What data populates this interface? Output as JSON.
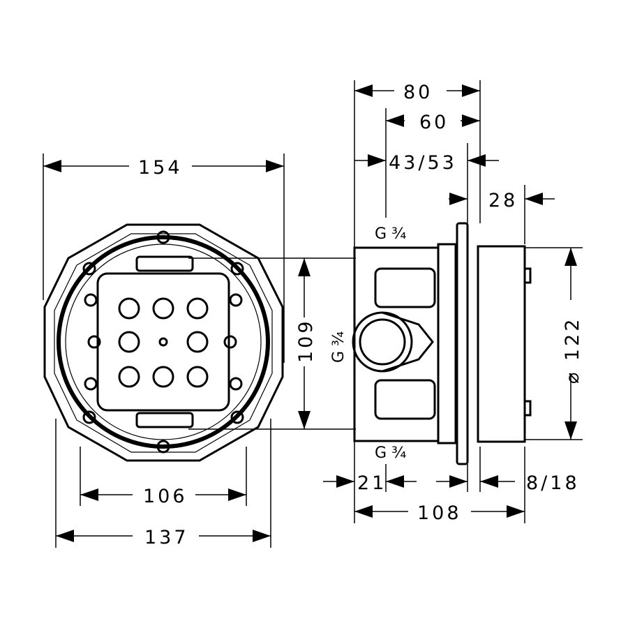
{
  "dimensions": {
    "front_width": "154",
    "front_height": "109",
    "inner_width": "106",
    "outer_width": "137",
    "depth_80": "80",
    "depth_60": "60",
    "depth_43_53": "43/53",
    "depth_28": "28",
    "diameter": "⌀ 122",
    "d21": "21",
    "d8_18": "8/18",
    "total_108": "108"
  },
  "threads": {
    "top": "G ¾",
    "side": "G ¾",
    "bottom": "G ¾"
  }
}
